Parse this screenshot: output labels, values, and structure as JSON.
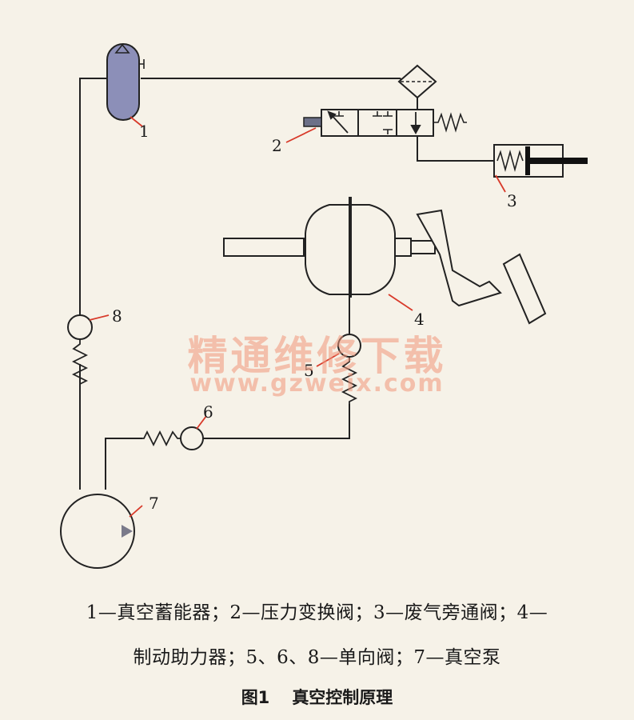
{
  "labels": {
    "n1": "1",
    "n2": "2",
    "n3": "3",
    "n4": "4",
    "n5": "5",
    "n6": "6",
    "n7": "7",
    "n8": "8"
  },
  "watermark": {
    "line1": "精通维修下载",
    "line2": "www.gzweix.com"
  },
  "legend": {
    "line1": "1—真空蓄能器；2—压力变换阀；3—废气旁通阀；4—",
    "line2": "制动助力器；5、6、8—单向阀；7—真空泵"
  },
  "caption": {
    "fig": "图1",
    "title": "真空控制原理"
  },
  "colors": {
    "line": "#222222",
    "accumulator_fill": "#8c8fb8",
    "leader": "#d83a2a",
    "watermark": "#f09678"
  }
}
